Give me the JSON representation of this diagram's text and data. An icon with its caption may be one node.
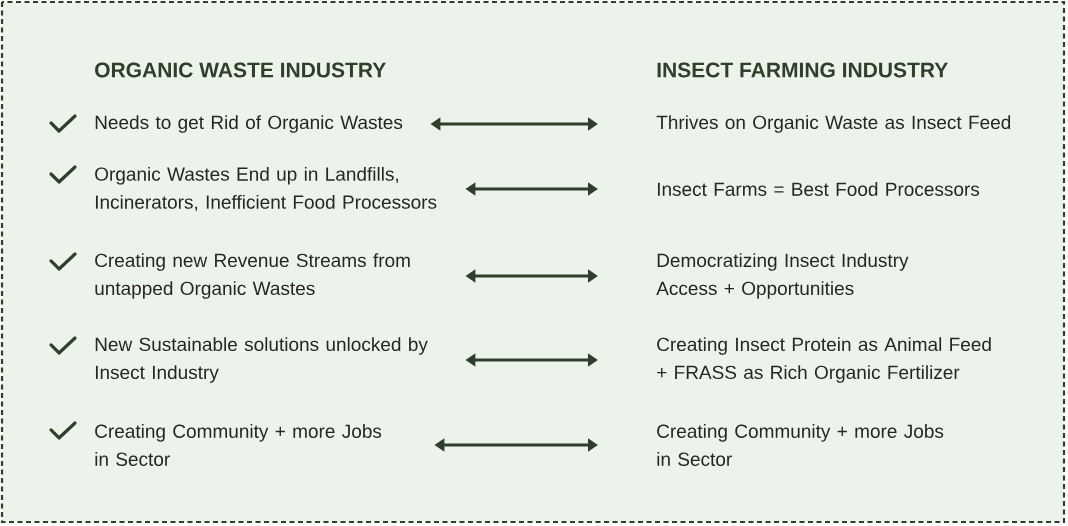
{
  "diagram": {
    "nodes": [
      {
        "text": [
          "Needs to get Rid of Organic Wastes"
        ]
      },
      {
        "text": [
          "Organic Wastes End up in Landfills, Incinerators, Inefficient Food Processors"
        ]
      },
      {
        "text": [
          "Creating new Revenue Streams from untapped Organic Wastes"
        ]
      },
      {
        "text": [
          "New Sustainable solutions unlocked by Insect Industry"
        ]
      },
      {
        "text": [
          "Creating Community + more Jobs in Sector"
        ]
      },
      {
        "text": [
          "Thrives on Organic Waste as Insect Feed"
        ]
      },
      {
        "text": [
          "Insect Farms = Best Food Processors"
        ]
      },
      {
        "text": [
          "Democratizing Insect Industry Access + Opportunities"
        ]
      },
      {
        "text": [
          "Creating Insect Protein as Animal Feed + FRASS as Rich Organic Fertilizer"
        ]
      },
      {
        "text": [
          "Creating Community + more Jobs in Sector"
        ]
      }
    ],
    "edges": [
      {
        "from": 0,
        "to": 5,
        "arrow": "both"
      },
      {
        "from": 1,
        "to": 6,
        "arrow": "both"
      },
      {
        "from": 2,
        "to": 7,
        "arrow": "both"
      },
      {
        "from": 3,
        "to": 8,
        "arrow": "both"
      },
      {
        "from": 4,
        "to": 9,
        "arrow": "both"
      }
    ],
    "labels": [
      "ORGANIC WASTE INDUSTRY",
      "INSECT FARMING INDUSTRY"
    ]
  }
}
